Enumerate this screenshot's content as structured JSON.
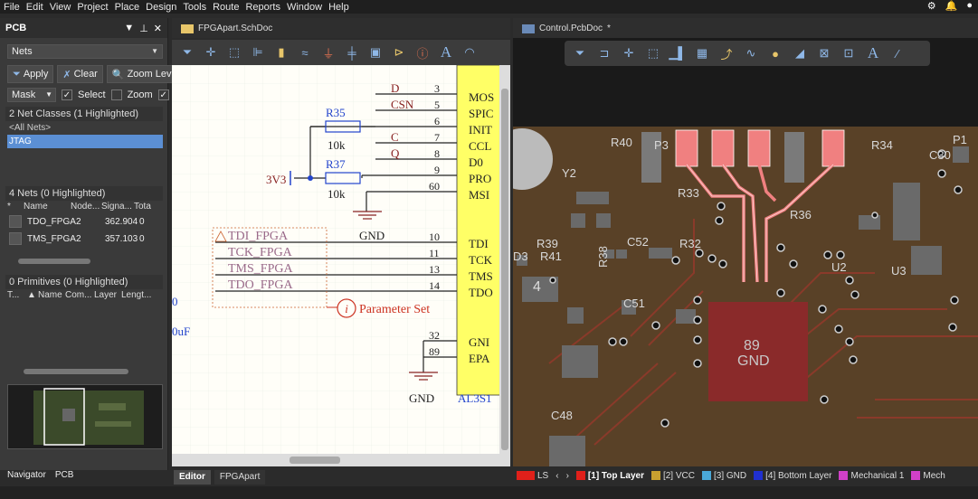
{
  "menu": [
    "File",
    "Edit",
    "View",
    "Project",
    "Place",
    "Design",
    "Tools",
    "Route",
    "Reports",
    "Window",
    "Help"
  ],
  "panel": {
    "title": "PCB",
    "mode_select": "Nets",
    "apply": "Apply",
    "clear": "Clear",
    "zoom_level": "Zoom Level...",
    "mask": "Mask",
    "select": "Select",
    "zoom": "Zoom",
    "net_classes_head": "2 Net Classes (1 Highlighted)",
    "net_classes": [
      "<All Nets>",
      "JTAG"
    ],
    "nets_head": "4 Nets (0 Highlighted)",
    "nets_cols": [
      "*",
      "Name",
      "Node...",
      "Signa...",
      "Tota"
    ],
    "nets": [
      {
        "name": "TDO_FPGA",
        "nodes": "2",
        "signal": "362.904",
        "total": "0"
      },
      {
        "name": "TMS_FPGA",
        "nodes": "2",
        "signal": "357.103",
        "total": "0"
      }
    ],
    "prims_head": "0 Primitives (0 Highlighted)",
    "prims_cols": [
      "T...",
      "Name",
      "Com...",
      "Layer",
      "Lengt..."
    ],
    "tabs": [
      "Navigator",
      "PCB"
    ]
  },
  "sch": {
    "tab": "FPGApart.SchDoc",
    "bottom_tabs": [
      "Editor",
      "FPGApart"
    ],
    "labels": {
      "r35": "R35",
      "r35v": "10k",
      "r37": "R37",
      "r37v": "10k",
      "v33": "3V3",
      "gnd1": "GND",
      "gnd2": "GND",
      "d": "D",
      "csn": "CSN",
      "c": "C",
      "q": "Q",
      "p3": "3",
      "p5": "5",
      "p6": "6",
      "p7": "7",
      "p8": "8",
      "p9": "9",
      "p60": "60",
      "p10": "10",
      "p11": "11",
      "p13": "13",
      "p14": "14",
      "p32": "32",
      "p89": "89",
      "pin_mos": "MOS",
      "pin_spi": "SPIC",
      "pin_init": "INIT",
      "pin_ccl": "CCL",
      "pin_d0": "D0",
      "pin_pro": "PRO",
      "pin_msi": "MSI",
      "pin_tdi": "TDI",
      "pin_tck": "TCK",
      "pin_tms": "TMS",
      "pin_tdo": "TDO",
      "pin_gnd": "GNI",
      "pin_epa": "EPA",
      "tdi": "TDI_FPGA",
      "tck": "TCK_FPGA",
      "tms": "TMS_FPGA",
      "tdo": "TDO_FPGA",
      "param": "Parameter Set",
      "part": "AL3S1",
      "left0": "0",
      "left_uf": "0uF"
    }
  },
  "pcb": {
    "tab": "Control.PcbDoc",
    "labels": {
      "r40": "R40",
      "p3": "P3",
      "r34": "R34",
      "p1": "P1",
      "c30": "C30",
      "y2": "Y2",
      "r33": "R33",
      "r36": "R36",
      "r39": "R39",
      "r41": "R41",
      "r38": "R38",
      "c52": "C52",
      "r32": "R32",
      "u2": "U2",
      "u3": "U3",
      "d3": "D3",
      "c51": "C51",
      "gnd": "GND",
      "n89": "89",
      "c48": "C48",
      "n4": "4"
    },
    "layers": [
      {
        "name": "LS",
        "color": "#e0201a"
      },
      {
        "name": "[1] Top Layer",
        "color": "#e0201a"
      },
      {
        "name": "[2] VCC",
        "color": "#c8a030"
      },
      {
        "name": "[3] GND",
        "color": "#4aa8d8"
      },
      {
        "name": "[4] Bottom Layer",
        "color": "#2030d0"
      },
      {
        "name": "Mechanical 1",
        "color": "#d040c8"
      },
      {
        "name": "Mech",
        "color": "#d040c8"
      }
    ]
  }
}
